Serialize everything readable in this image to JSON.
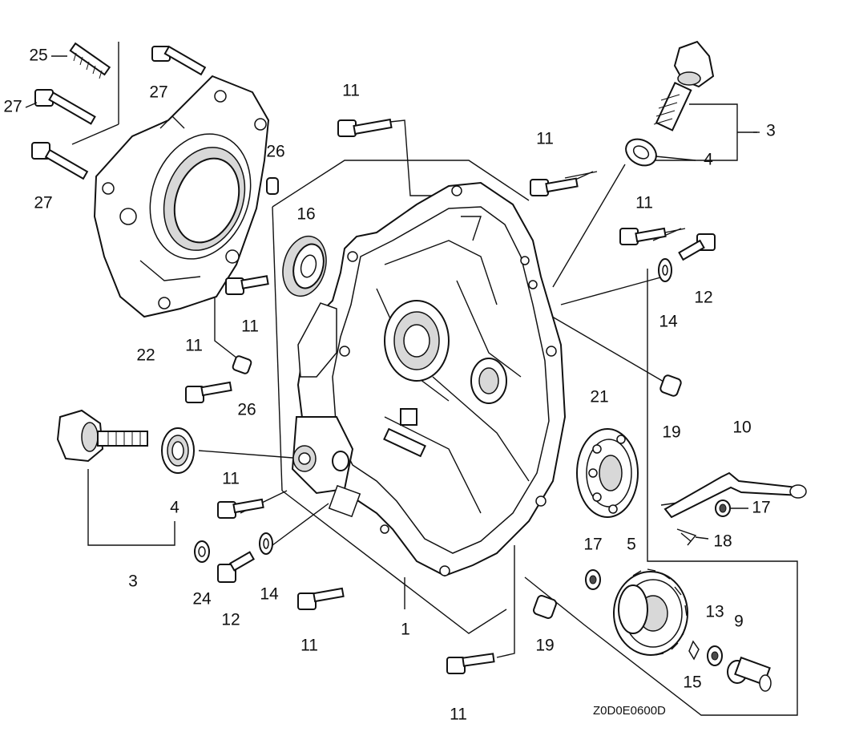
{
  "diagram": {
    "title": "Crankcase cover exploded parts diagram",
    "drawing_code": "Z0D0E0600D",
    "callouts": [
      {
        "id": "c25a",
        "text": "25"
      },
      {
        "id": "c27a",
        "text": "27"
      },
      {
        "id": "c27b",
        "text": "27"
      },
      {
        "id": "c27c",
        "text": "27"
      },
      {
        "id": "c11a",
        "text": "11"
      },
      {
        "id": "c3a",
        "text": "3"
      },
      {
        "id": "c4a",
        "text": "4"
      },
      {
        "id": "c11b",
        "text": "11"
      },
      {
        "id": "c26a",
        "text": "26"
      },
      {
        "id": "c16",
        "text": "16"
      },
      {
        "id": "c11c",
        "text": "11"
      },
      {
        "id": "c12a",
        "text": "12"
      },
      {
        "id": "c14a",
        "text": "14"
      },
      {
        "id": "c11d",
        "text": "11"
      },
      {
        "id": "c22",
        "text": "22"
      },
      {
        "id": "c11e",
        "text": "11"
      },
      {
        "id": "c26b",
        "text": "26"
      },
      {
        "id": "c21",
        "text": "21"
      },
      {
        "id": "c19a",
        "text": "19"
      },
      {
        "id": "c10",
        "text": "10"
      },
      {
        "id": "c4b",
        "text": "4"
      },
      {
        "id": "c11f",
        "text": "11"
      },
      {
        "id": "c17a",
        "text": "17"
      },
      {
        "id": "c18",
        "text": "18"
      },
      {
        "id": "c3b",
        "text": "3"
      },
      {
        "id": "c24",
        "text": "24"
      },
      {
        "id": "c14b",
        "text": "14"
      },
      {
        "id": "c12b",
        "text": "12"
      },
      {
        "id": "c17b",
        "text": "17"
      },
      {
        "id": "c5",
        "text": "5"
      },
      {
        "id": "c1",
        "text": "1"
      },
      {
        "id": "c11g",
        "text": "11"
      },
      {
        "id": "c19b",
        "text": "19"
      },
      {
        "id": "c13",
        "text": "13"
      },
      {
        "id": "c9",
        "text": "9"
      },
      {
        "id": "c15",
        "text": "15"
      },
      {
        "id": "c11h",
        "text": "11"
      }
    ]
  }
}
